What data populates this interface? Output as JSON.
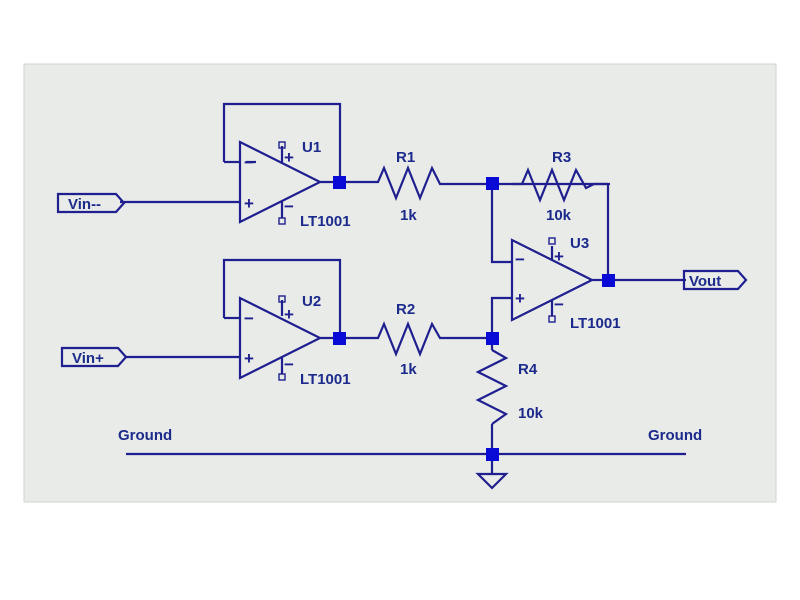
{
  "schematic": {
    "colors": {
      "background": "#e8ebe8",
      "wire": "#1f1f8f",
      "node": "#0a0ad6",
      "text": "#1c2a8c"
    },
    "opamps": [
      {
        "ref": "U1",
        "part": "LT1001"
      },
      {
        "ref": "U2",
        "part": "LT1001"
      },
      {
        "ref": "U3",
        "part": "LT1001"
      }
    ],
    "resistors": [
      {
        "ref": "R1",
        "value": "1k"
      },
      {
        "ref": "R2",
        "value": "1k"
      },
      {
        "ref": "R3",
        "value": "10k"
      },
      {
        "ref": "R4",
        "value": "10k"
      }
    ],
    "ports": {
      "vin_minus": "Vin--",
      "vin_plus": "Vin+",
      "vout": "Vout"
    },
    "ground_labels": [
      "Ground",
      "Ground"
    ],
    "signs": {
      "plus": "+",
      "minus": "−"
    }
  }
}
